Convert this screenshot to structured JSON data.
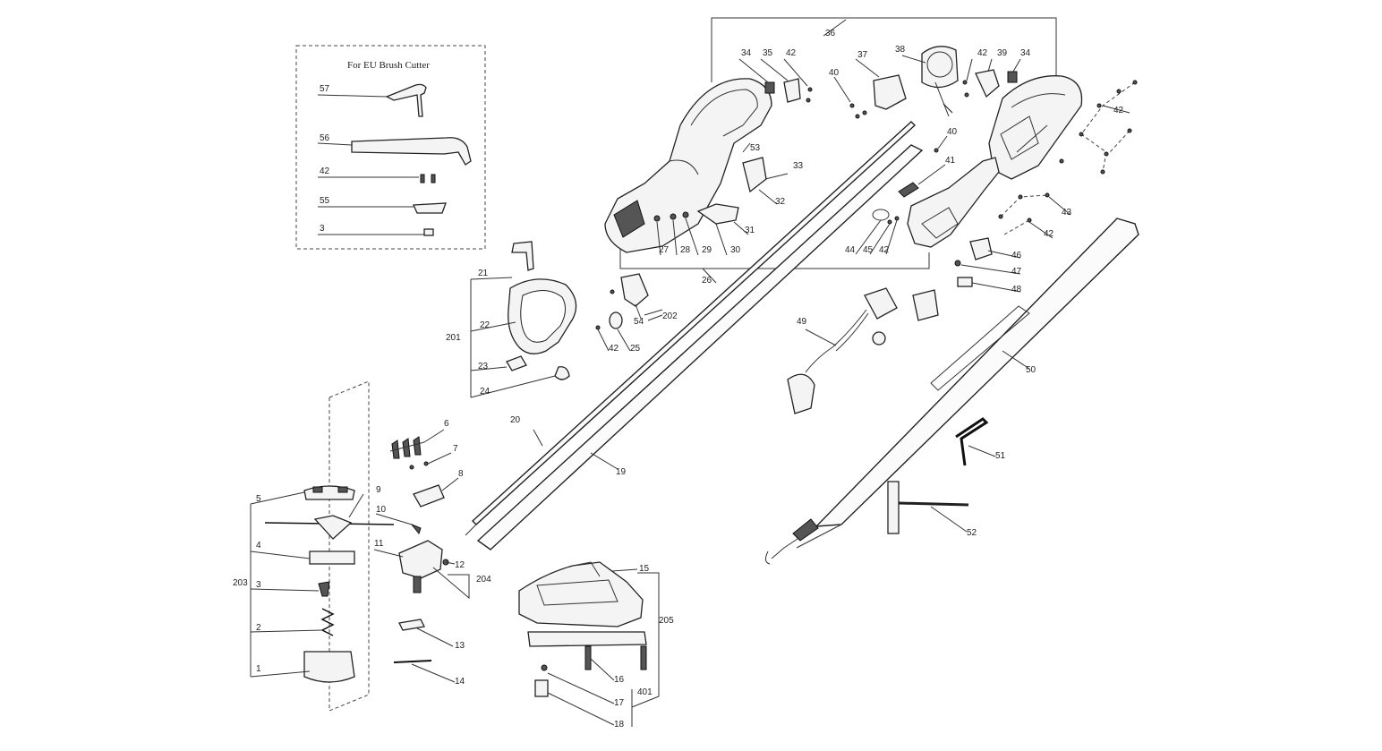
{
  "diagram": {
    "eu_box_title": "For EU Brush Cutter",
    "labels": {
      "l1": "1",
      "l2": "2",
      "l3": "3",
      "l3b": "3",
      "l4": "4",
      "l5": "5",
      "l6": "6",
      "l7": "7",
      "l8": "8",
      "l9": "9",
      "l10": "10",
      "l11": "11",
      "l12": "12",
      "l13": "13",
      "l14": "14",
      "l15": "15",
      "l16": "16",
      "l17": "17",
      "l18": "18",
      "l19": "19",
      "l20": "20",
      "l21": "21",
      "l22": "22",
      "l23": "23",
      "l24": "24",
      "l25": "25",
      "l26": "26",
      "l27": "27",
      "l28": "28",
      "l29": "29",
      "l30": "30",
      "l31": "31",
      "l32": "32",
      "l33": "33",
      "l34a": "34",
      "l34b": "34",
      "l35": "35",
      "l36": "36",
      "l37": "37",
      "l38": "38",
      "l39": "39",
      "l40a": "40",
      "l40b": "40",
      "l41": "41",
      "l42a": "42",
      "l42b": "42",
      "l42c": "42",
      "l42d": "42",
      "l42e": "42",
      "l42f": "42",
      "l42g": "42",
      "l43": "43",
      "l44": "44",
      "l45": "45",
      "l46": "46",
      "l47": "47",
      "l48": "48",
      "l49": "49",
      "l50": "50",
      "l51": "51",
      "l52": "52",
      "l54": "54",
      "l55": "55",
      "l56": "56",
      "l57": "57",
      "l53": "53",
      "l201": "201",
      "l202": "202",
      "l203": "203",
      "l204": "204",
      "l205": "205",
      "l401": "401"
    }
  }
}
